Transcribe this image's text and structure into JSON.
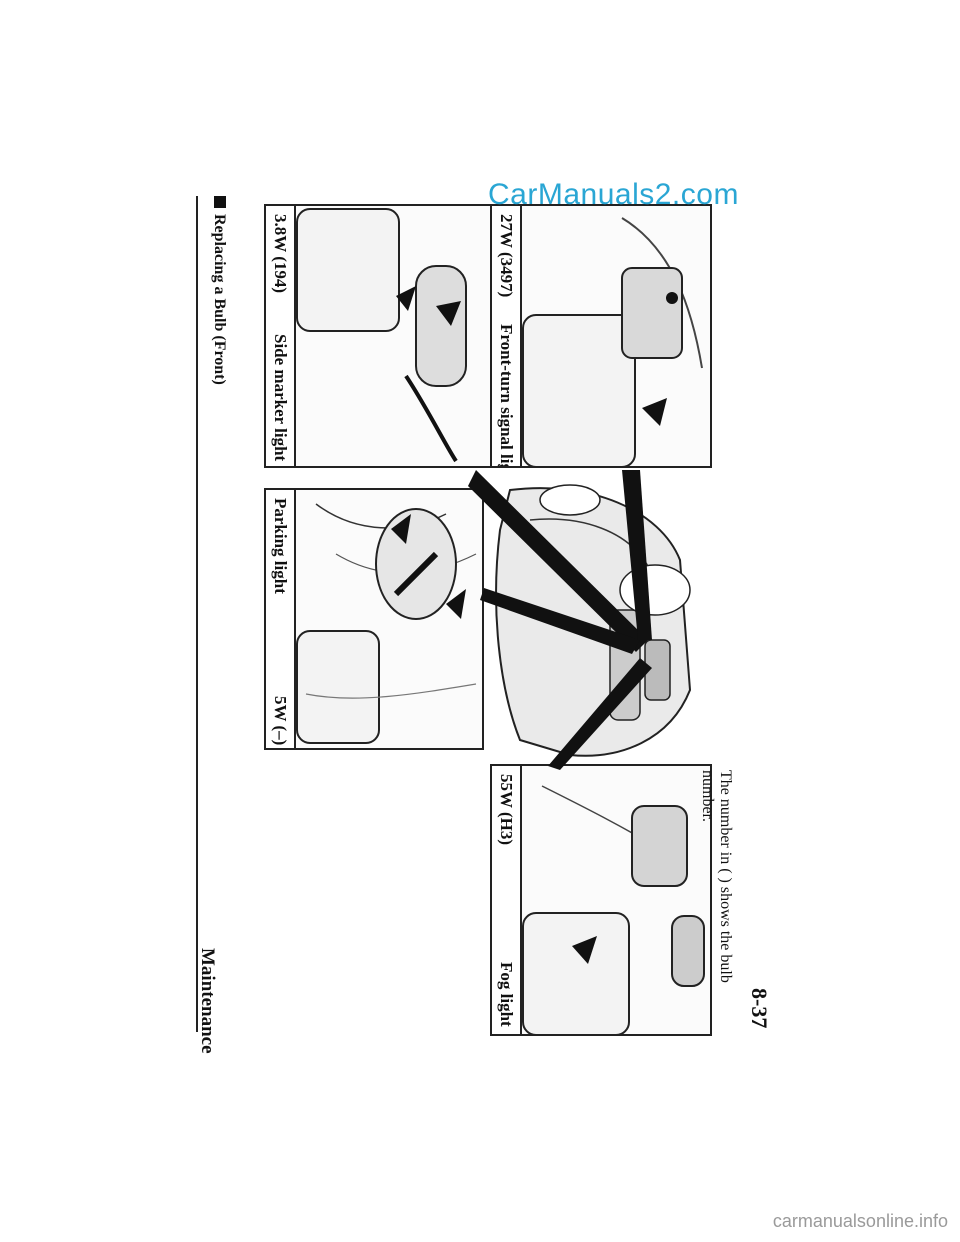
{
  "header": {
    "section": "Maintenance",
    "title": "Replacing a Bulb (Front)",
    "page": "8-37"
  },
  "panels": {
    "fog": {
      "label": "Fog light",
      "spec": "55W (H3)"
    },
    "parking": {
      "label": "Parking light",
      "spec": "5W (–)"
    },
    "side_marker": {
      "label": "Side marker light",
      "spec": "3.8W (194)"
    },
    "front_turn": {
      "label": "Front-turn signal light",
      "spec": "27W (3497)"
    }
  },
  "note": {
    "line1": "The number in ( ) shows the bulb",
    "line2": "number."
  },
  "watermark": "CarManuals2.com",
  "footer": "carmanualsonline.info"
}
